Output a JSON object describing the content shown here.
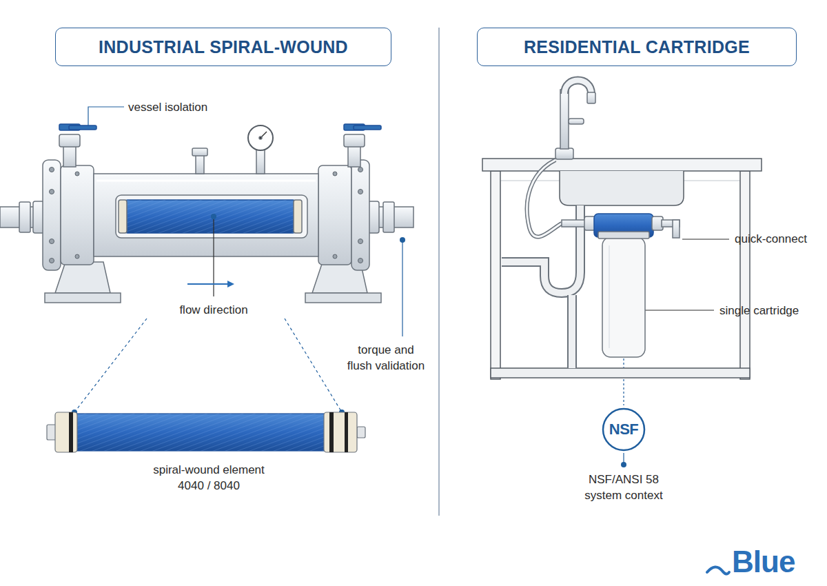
{
  "diagram": {
    "nodes": [
      {
        "text": [
          "INDUSTRIAL SPIRAL-WOUND"
        ]
      },
      {
        "text": [
          "RESIDENTIAL CARTRIDGE"
        ]
      },
      {
        "text": [
          "NSF"
        ]
      }
    ],
    "labels": [
      "vessel isolation",
      "flow direction",
      "torque and flush validation",
      "spiral-wound element 4040 / 8040",
      "quick-connect",
      "single cartridge",
      "NSF/ANSI 58 system context",
      "Blue"
    ]
  }
}
